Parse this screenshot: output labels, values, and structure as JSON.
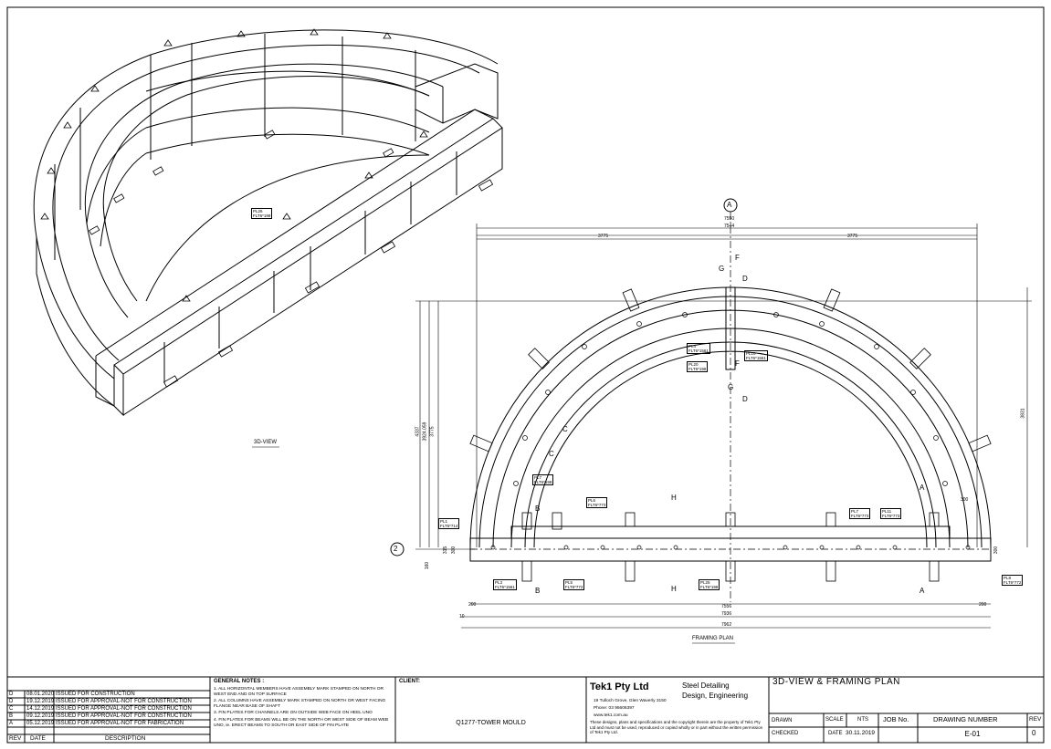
{
  "views": {
    "iso_label": "3D-VIEW",
    "plan_label": "FRAMING PLAN"
  },
  "grid": {
    "a": "A",
    "two": "2"
  },
  "dims": {
    "top1": "7550",
    "top2": "7544",
    "half_left": "3775",
    "half_right": "3775",
    "bottom1": "7556",
    "bottom2": "7936",
    "bottom3": "7962",
    "left_200": "200",
    "right_200": "200",
    "left_10": "10",
    "h1": "4337",
    "h2": "3924.059",
    "h3": "3775",
    "h_right": "3831",
    "r_300": "300",
    "r_315": "315",
    "l_300": "300",
    "l_160": "160",
    "r_300b": "300"
  },
  "section_marks": [
    "D",
    "D",
    "F",
    "F",
    "G",
    "G",
    "C",
    "C",
    "B",
    "B",
    "A",
    "A",
    "H",
    "H"
  ],
  "plan_tags": [
    {
      "id": "PL1",
      "desc": "FLT6*714"
    },
    {
      "id": "PL3",
      "desc": "FLT6*1561"
    },
    {
      "id": "PL4",
      "desc": "FLT6*1561"
    },
    {
      "id": "PL5",
      "desc": "FLT6*772"
    },
    {
      "id": "PL6",
      "desc": "FLT6*773"
    },
    {
      "id": "PL7",
      "desc": "FLT6*773"
    },
    {
      "id": "PL7",
      "desc": "FLT6*198"
    },
    {
      "id": "PL8",
      "desc": "FLT6*772"
    },
    {
      "id": "PL10",
      "desc": "FLT6*1561"
    },
    {
      "id": "PL11",
      "desc": "FLT6*773"
    },
    {
      "id": "PL20",
      "desc": "FLT6*198"
    },
    {
      "id": "PL25",
      "desc": "FLT6*198"
    },
    {
      "id": "PL26",
      "desc": "FLT6*198"
    }
  ],
  "revisions": [
    {
      "rev": "D",
      "date": "08.01.2020",
      "desc": "ISSUED FOR CONSTRUCTION"
    },
    {
      "rev": "D",
      "date": "19.12.2019",
      "desc": "ISSUED FOR APPROVAL-NOT FOR CONSTRUCTION"
    },
    {
      "rev": "C",
      "date": "14.12.2019",
      "desc": "ISSUED FOR APPROVAL-NOT FOR CONSTRUCTION"
    },
    {
      "rev": "B",
      "date": "09.12.2019",
      "desc": "ISSUED FOR APPROVAL-NOT FOR CONSTRUCTION"
    },
    {
      "rev": "A",
      "date": "05.12.2019",
      "desc": "ISSUED FOR APPROVAL-NOT FOR FABRICATION"
    }
  ],
  "rev_headers": {
    "rev": "REV",
    "date": "DATE",
    "desc": "DESCRIPTION"
  },
  "notes": {
    "title": "GENERAL NOTES :",
    "items": [
      "1. ALL HORIZONTAL MEMBERS HAVE ASSEMBLY MARK STAMPED ON NORTH OR WEST END AND ON TOP SURFACE",
      "2. ALL COLUMNS HAVE ASSEMBLY MARK STAMPED ON NORTH OR WEST FACING FLANGE NEAR BASE OF SHAFT",
      "3. FIN PLATES FOR CHANNELS ARE ON OUTSIDE WEB FACE ON HEEL UNO",
      "4. FIN PLATES FOR BEAMS WILL BE ON THE NORTH OR WEST SIDE OF BEAM WEB UNO, ie. ERECT BEAMS TO SOUTH OR EAST SIDE OF FIN PLATE"
    ]
  },
  "client": {
    "label": "CLIENT:",
    "project": "Q1277-TOWER MOULD"
  },
  "company": {
    "name": "Tek1 Pty Ltd",
    "tagline1": "Steel Detailing",
    "tagline2": "Design, Engineering",
    "address": "19 Tulloch Grove, Glen Waverly 3150",
    "phone": "Phone: 03 95606397",
    "web": "www.tek1.com.au",
    "copyright": "These designs, plans and specifications and the copyright therein are the property of Tek1 Pty Ltd and must not be used, reproduced or copied wholly or in part without the written permission of Tek1 Pty Ltd."
  },
  "title_block": {
    "title": "3D-VIEW & FRAMING PLAN",
    "drawn_label": "DRAWN",
    "checked_label": "CHECKED",
    "scale_label": "SCALE",
    "scale_value": "NTS",
    "date_label": "DATE",
    "date_value": "30.11.2019",
    "job_label": "JOB No.",
    "drawing_number_label": "DRAWING NUMBER",
    "drawing_number": "E-01",
    "rev_label": "REV",
    "rev_value": "0"
  }
}
